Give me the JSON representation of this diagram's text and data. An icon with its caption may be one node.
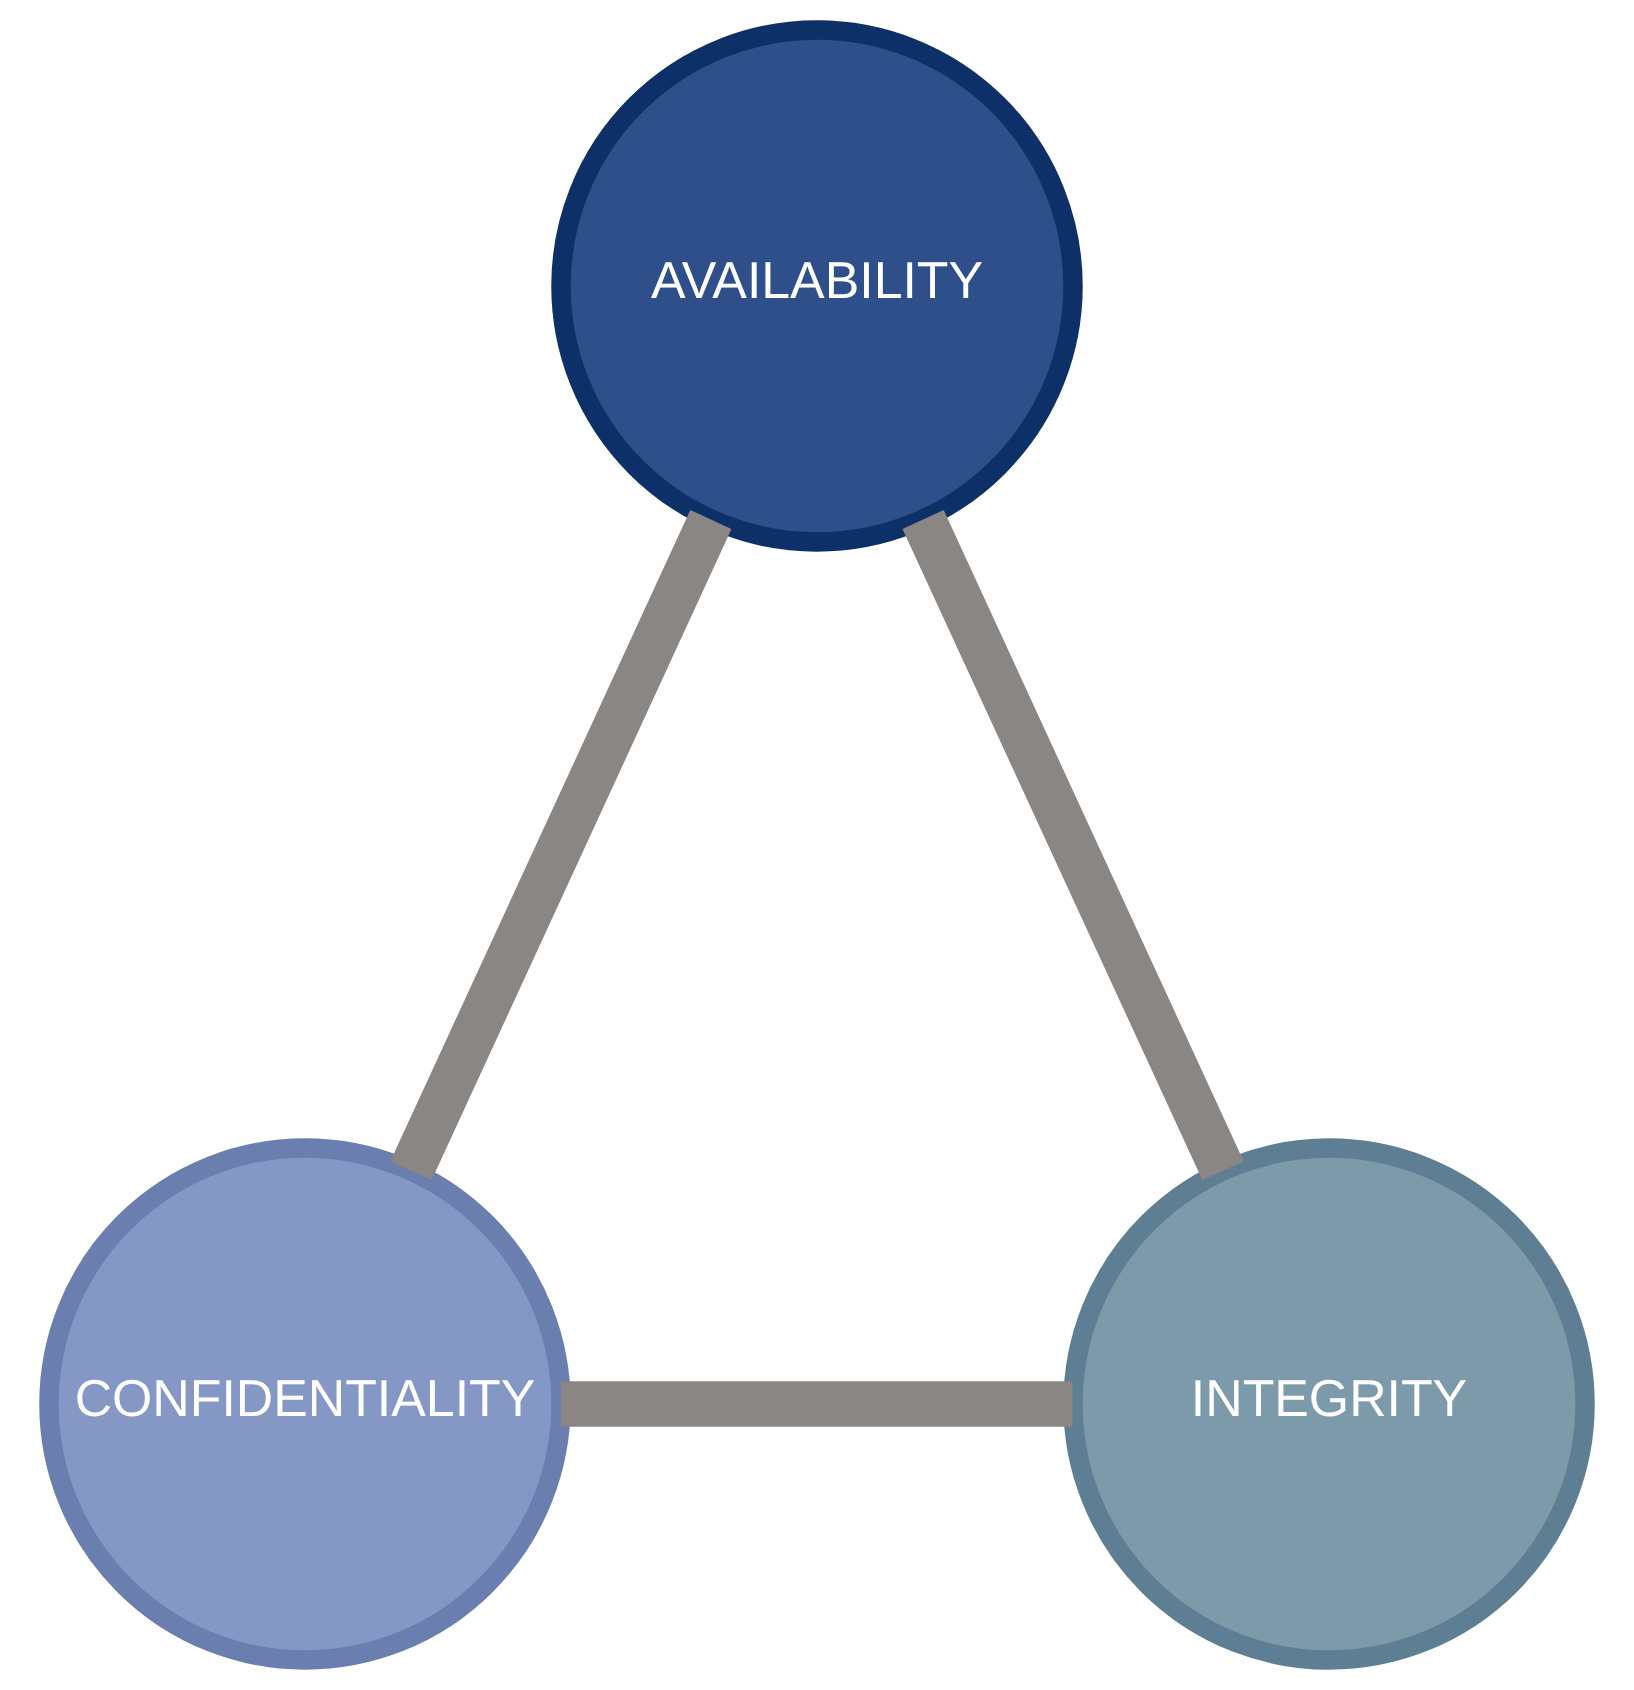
{
  "diagram": {
    "nodes": [
      {
        "text": [
          "AVAILABILITY"
        ]
      },
      {
        "text": [
          "CONFIDENTIALITY"
        ]
      },
      {
        "text": [
          "INTEGRITY"
        ]
      }
    ],
    "edges": [
      {
        "from": 0,
        "to": 1,
        "arrow": "none"
      },
      {
        "from": 0,
        "to": 2,
        "arrow": "none"
      },
      {
        "from": 1,
        "to": 2,
        "arrow": "none"
      }
    ]
  }
}
